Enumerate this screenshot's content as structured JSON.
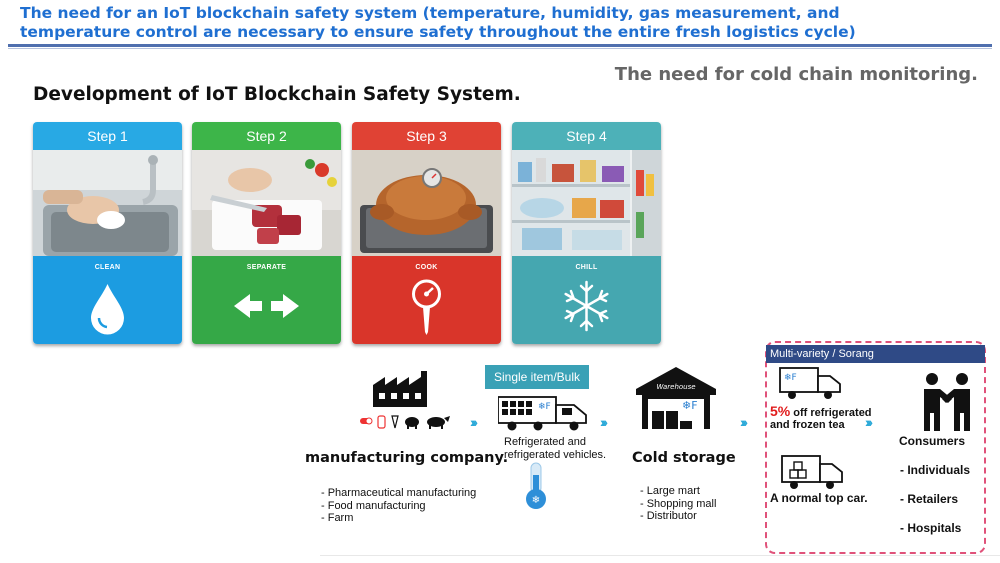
{
  "header": {
    "title_line1": "The need for an IoT blockchain safety system (temperature, humidity, gas measurement, and",
    "title_line2": "temperature control are necessary to ensure safety throughout the entire fresh logistics cycle)",
    "subtitle": "The need for cold chain monitoring.",
    "section_title": "Development of IoT Blockchain Safety System."
  },
  "steps": [
    {
      "label": "Step 1",
      "action": "CLEAN",
      "icon": "water-drop-icon",
      "color": "#1c9ce1"
    },
    {
      "label": "Step 2",
      "action": "SEPARATE",
      "icon": "double-arrow-icon",
      "color": "#35a847"
    },
    {
      "label": "Step 3",
      "action": "COOK",
      "icon": "thermometer-icon",
      "color": "#d9352a"
    },
    {
      "label": "Step 4",
      "action": "CHILL",
      "icon": "snowflake-icon",
      "color": "#45a7b0"
    }
  ],
  "flow": {
    "manufacturing": {
      "label": "manufacturing company.",
      "items": [
        "- Pharmaceutical manufacturing",
        "- Food manufacturing",
        "- Farm"
      ]
    },
    "transport": {
      "badge": "Single item/Bulk",
      "line1": "Refrigerated and",
      "line2": "refrigerated vehicles."
    },
    "storage": {
      "label": "Cold storage",
      "warehouse_sign": "Warehouse",
      "items": [
        "- Large mart",
        "- Shopping mall",
        "- Distributor"
      ]
    },
    "multi_variety": {
      "header": "Multi-variety / Sorang",
      "discount_pct": "5%",
      "discount_rest1": " off refrigerated",
      "discount_rest2": "and frozen tea",
      "normal_car": "A normal top car."
    },
    "consumers": {
      "label": "Consumers",
      "items": [
        "- Individuals",
        "- Retailers",
        "- Hospitals"
      ]
    }
  }
}
